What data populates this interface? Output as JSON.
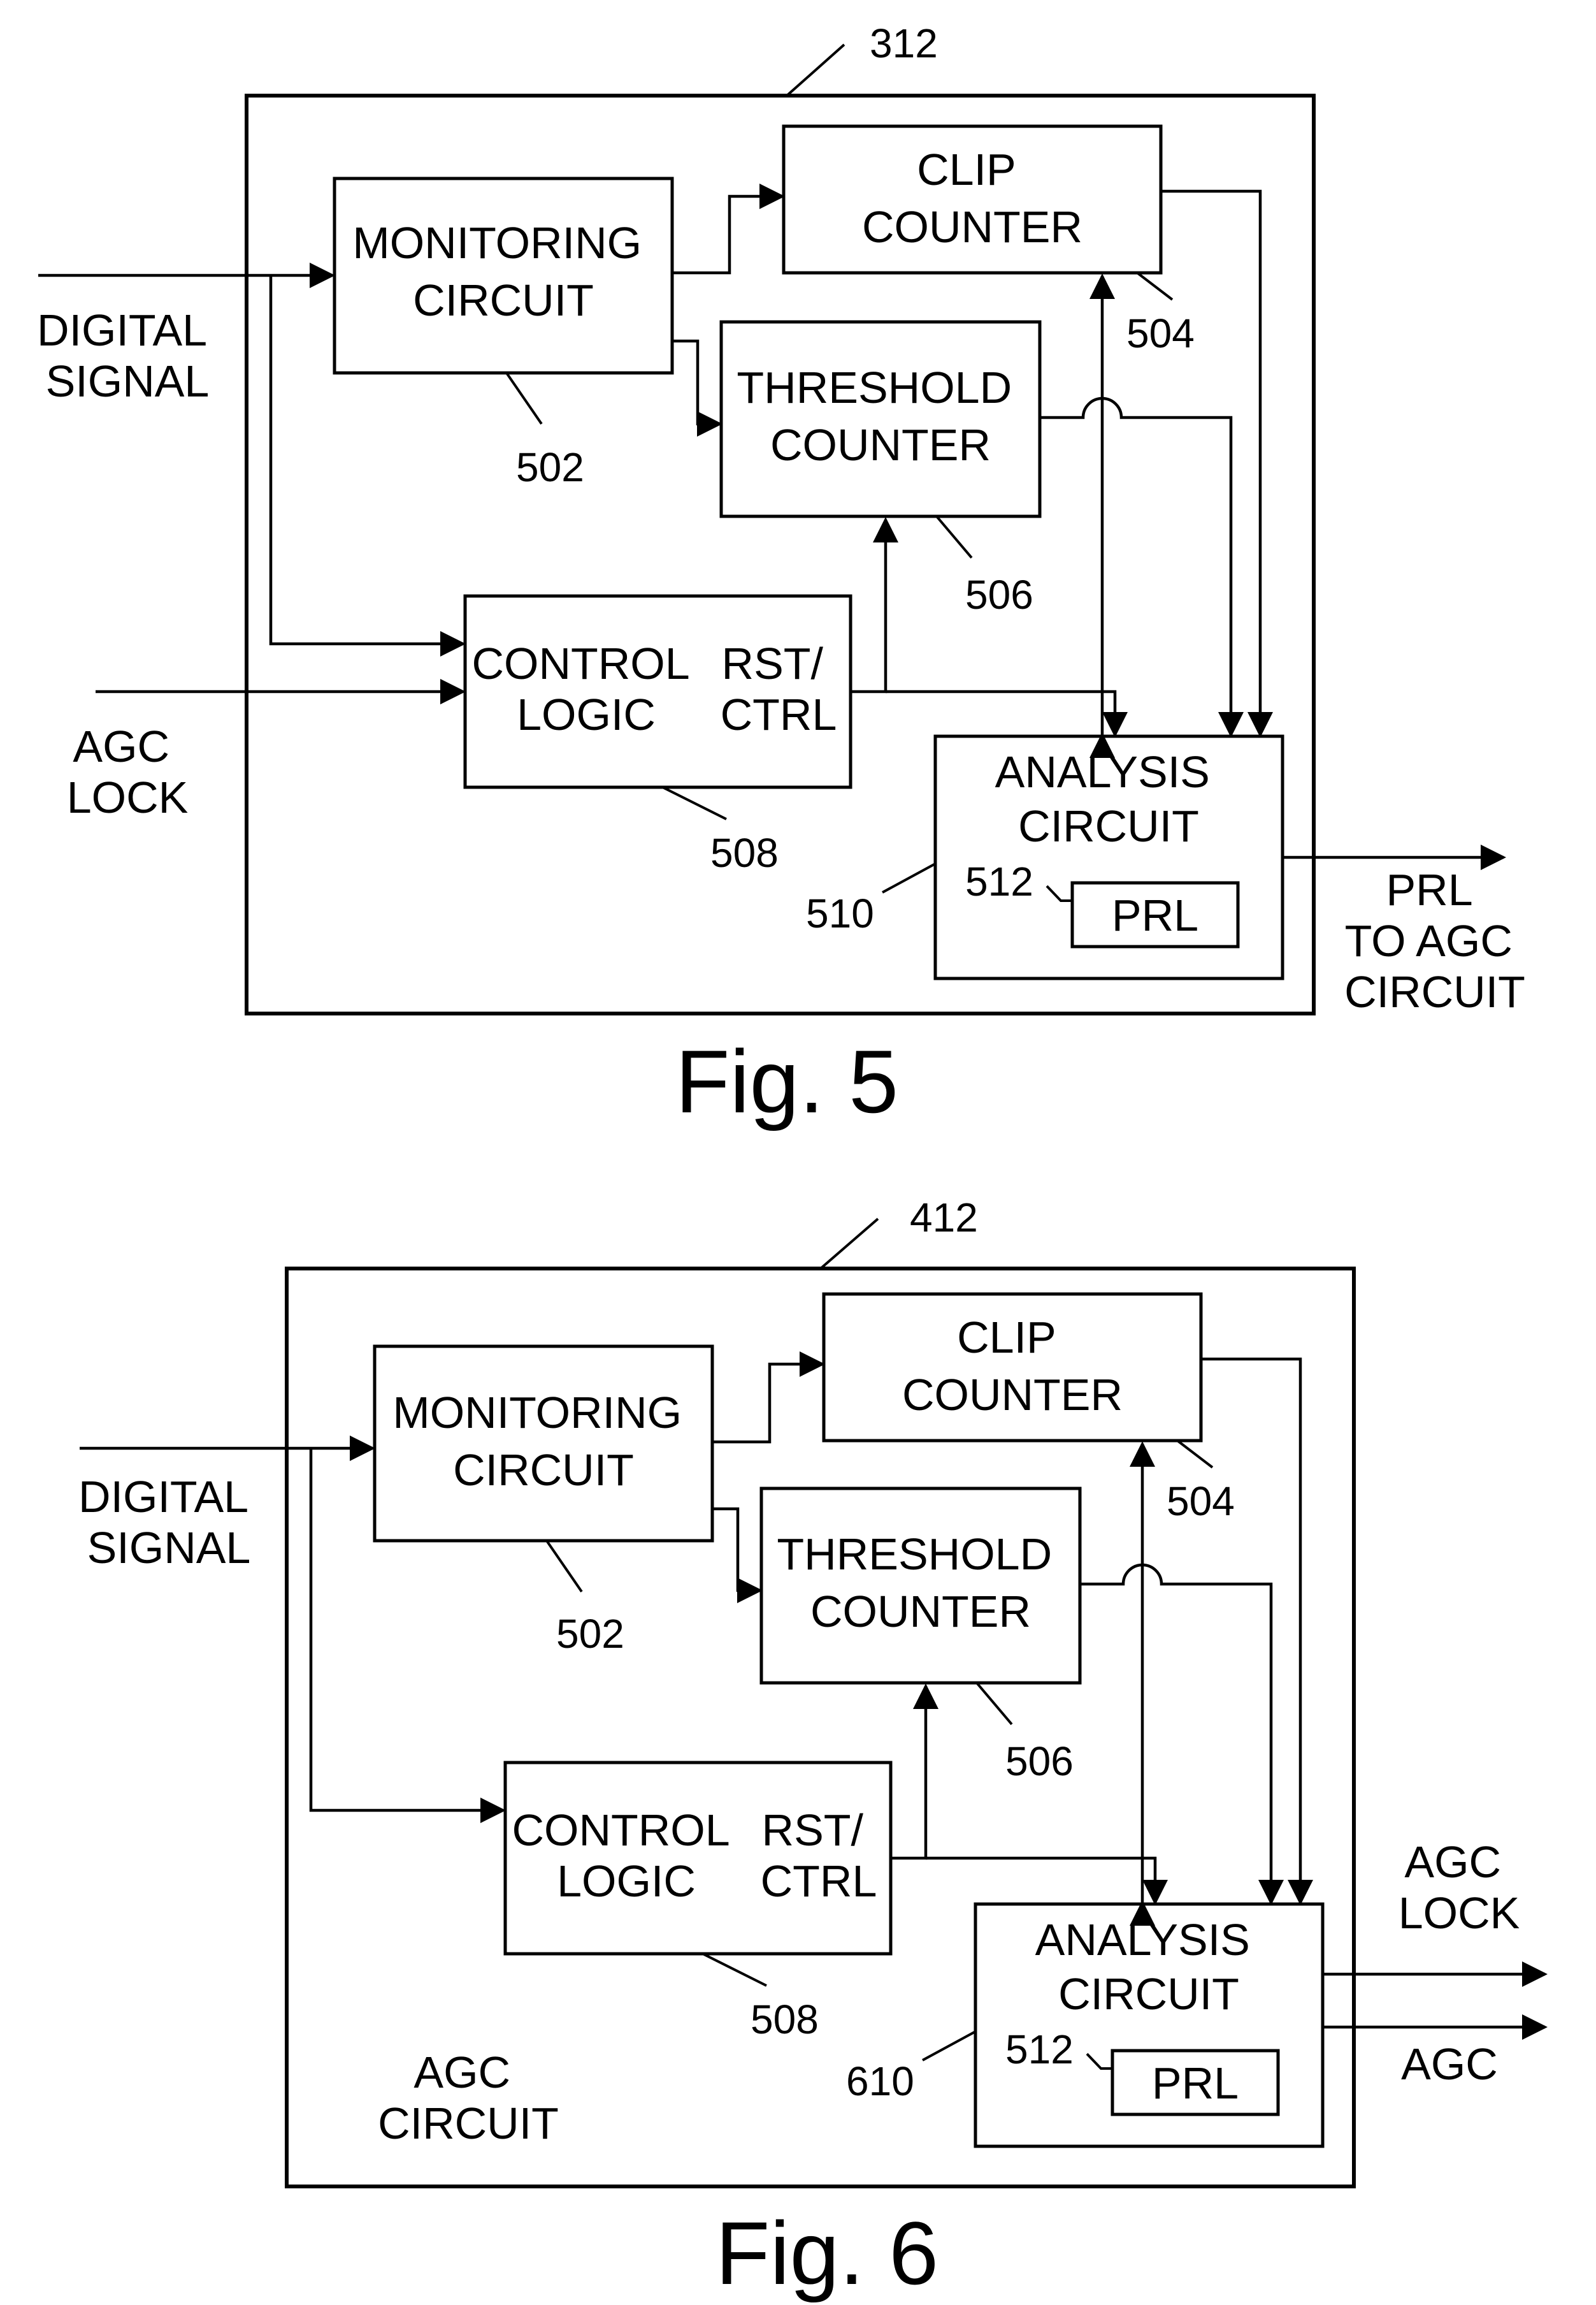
{
  "colors": {
    "ink": "#000000",
    "background": "#ffffff"
  },
  "fig5": {
    "caption": "Fig. 5",
    "ref_block": "312",
    "input_digital": [
      "DIGITAL",
      "SIGNAL"
    ],
    "input_agc_lock": [
      "AGC",
      "LOCK"
    ],
    "monitoring": {
      "lines": [
        "MONITORING",
        "CIRCUIT"
      ],
      "ref": "502"
    },
    "clip": {
      "lines": [
        "CLIP",
        "COUNTER"
      ],
      "ref": "504"
    },
    "threshold": {
      "lines": [
        "THRESHOLD",
        "COUNTER"
      ],
      "ref": "506"
    },
    "control": {
      "lines": [
        "CONTROL",
        "LOGIC"
      ],
      "port": [
        "RST/",
        "CTRL"
      ],
      "ref": "508"
    },
    "analysis": {
      "lines": [
        "ANALYSIS",
        "CIRCUIT"
      ],
      "ref": "510"
    },
    "prl": {
      "label": "PRL",
      "ref": "512"
    },
    "output": [
      "PRL",
      "TO AGC",
      "CIRCUIT"
    ]
  },
  "fig6": {
    "caption": "Fig. 6",
    "ref_block": "412",
    "input_digital": [
      "DIGITAL",
      "SIGNAL"
    ],
    "monitoring": {
      "lines": [
        "MONITORING",
        "CIRCUIT"
      ],
      "ref": "502"
    },
    "clip": {
      "lines": [
        "CLIP",
        "COUNTER"
      ],
      "ref": "504"
    },
    "threshold": {
      "lines": [
        "THRESHOLD",
        "COUNTER"
      ],
      "ref": "506"
    },
    "control": {
      "lines": [
        "CONTROL",
        "LOGIC"
      ],
      "port": [
        "RST/",
        "CTRL"
      ],
      "ref": "508"
    },
    "analysis": {
      "lines": [
        "ANALYSIS",
        "CIRCUIT"
      ],
      "ref": "610"
    },
    "prl": {
      "label": "PRL",
      "ref": "512"
    },
    "output_lock": [
      "AGC",
      "LOCK"
    ],
    "output_agc": "AGC",
    "block_name": [
      "AGC",
      "CIRCUIT"
    ]
  }
}
